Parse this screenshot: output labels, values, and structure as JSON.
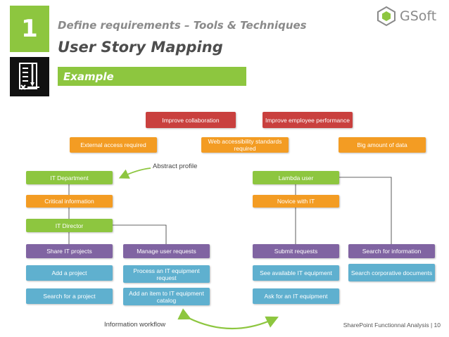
{
  "header": {
    "number": "1",
    "subtitle": "Define requirements – Tools & Techniques",
    "title": "User Story Mapping",
    "section": "Example",
    "logo_text": "GSoft",
    "doc_icon": "checklist-document-icon"
  },
  "diagram": {
    "goals": {
      "collaboration": "Improve collaboration",
      "performance": "Improve employee performance"
    },
    "constraints": {
      "external_access": "External access required",
      "web_accessibility": "Web accessibility standards required",
      "big_data": "Big amount of data"
    },
    "abstract_profile_label": "Abstract profile",
    "left_profile": {
      "department": "IT Department",
      "info": "Critical information",
      "role": "IT Director"
    },
    "right_profile": {
      "user": "Lambda user",
      "level": "Novice with IT"
    },
    "activities": {
      "share_projects": "Share IT projects",
      "manage_requests": "Manage user requests",
      "submit_requests": "Submit requests",
      "search_info": "Search for information"
    },
    "tasks": {
      "add_project": "Add a project",
      "search_project": "Search for a project",
      "process_request": "Process an IT equipment request",
      "add_item": "Add an item to IT equipment catalog",
      "see_equipment": "See available IT equipment",
      "ask_equipment": "Ask for an IT equipment",
      "search_docs": "Search corporative documents"
    },
    "workflow_label": "Information workflow"
  },
  "footer": {
    "text": "SharePoint Functionnal Analysis | 10"
  },
  "colors": {
    "accent_green": "#8dc63f",
    "goal_red": "#c9403e",
    "constraint_orange": "#f39c23",
    "activity_purple": "#8064a2",
    "task_blue": "#5fb0cf"
  }
}
